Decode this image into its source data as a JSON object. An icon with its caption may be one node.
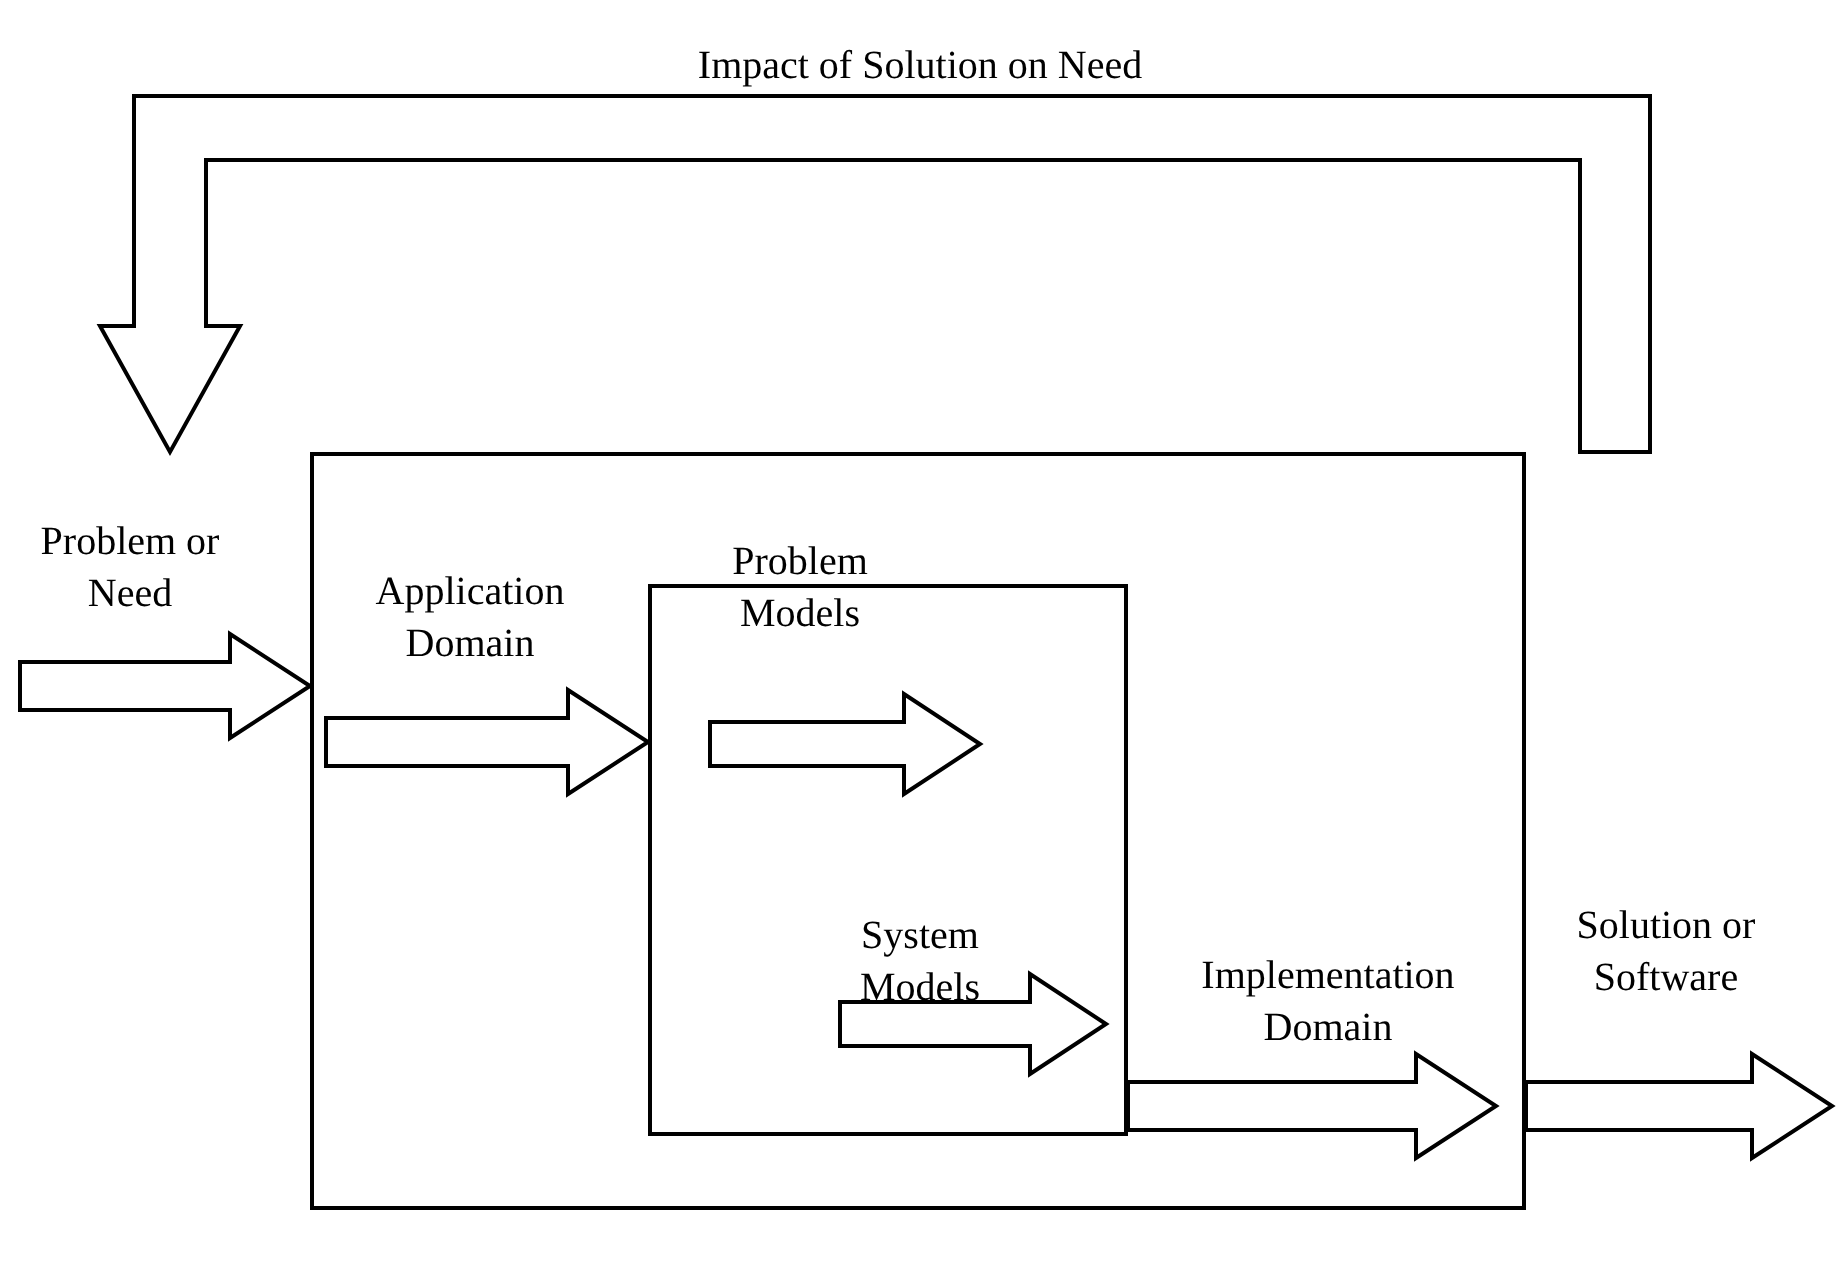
{
  "diagram": {
    "nodes": [
      {
        "text": [],
        "shape": "box"
      },
      {
        "text": [],
        "shape": "box",
        "in": 0
      }
    ],
    "edges": [
      {
        "from": null,
        "to": 0,
        "arrow": "to",
        "label": "Problem or Need"
      },
      {
        "from": null,
        "to": 1,
        "arrow": "to",
        "label": "Application Domain"
      },
      {
        "from": 1,
        "to": null,
        "arrow": "to",
        "label": "Implementation Domain"
      },
      {
        "from": 0,
        "to": null,
        "arrow": "to",
        "label": "Solution or Software"
      },
      {
        "from": null,
        "to": 0,
        "arrow": "to",
        "label": "Impact of Solution on Need"
      }
    ],
    "labels": [
      "Problem Models",
      "System Models"
    ]
  }
}
